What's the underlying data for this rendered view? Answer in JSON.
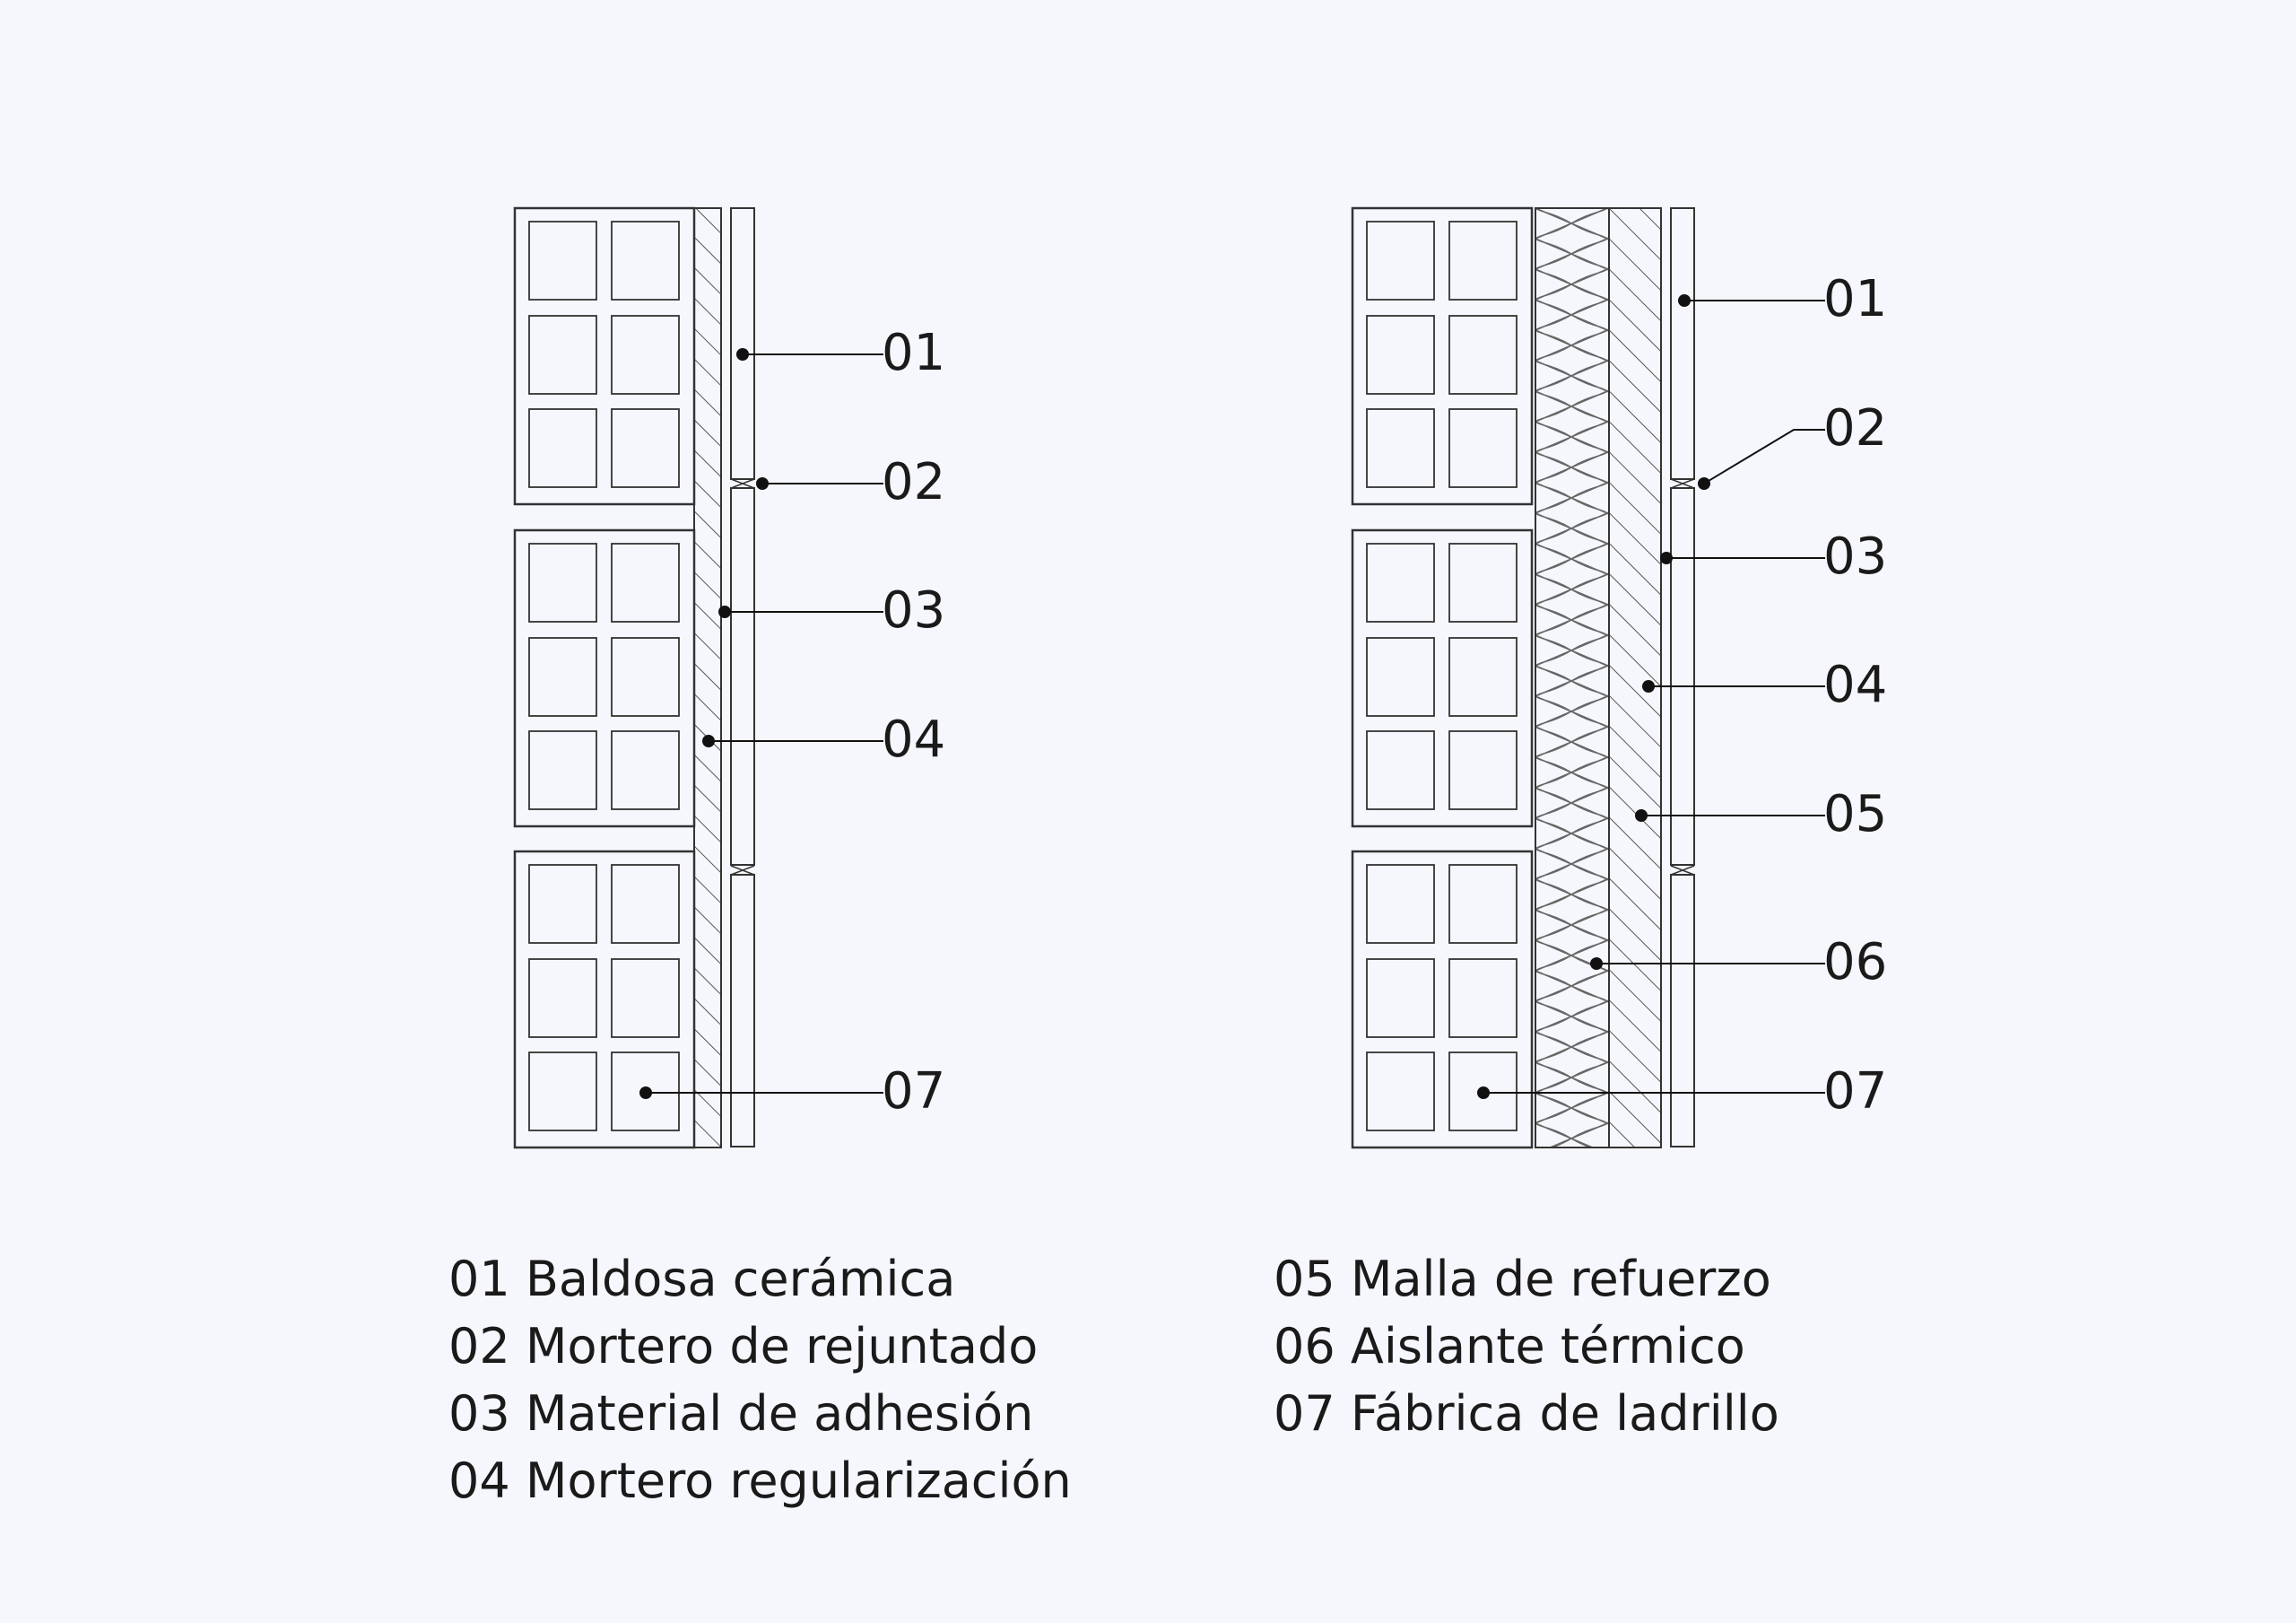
{
  "colors": {
    "background": "#f6f7fc",
    "stroke": "#333333",
    "text": "#1a1a1a"
  },
  "diagrams": [
    {
      "id": "without-insulation",
      "callouts": [
        "01",
        "02",
        "03",
        "04",
        "07"
      ]
    },
    {
      "id": "with-insulation",
      "callouts": [
        "01",
        "02",
        "03",
        "04",
        "05",
        "06",
        "07"
      ]
    }
  ],
  "legend": {
    "left": [
      "01 Baldosa cerámica",
      "02 Mortero de rejuntado",
      "03 Material de adhesión",
      "04 Mortero regularización"
    ],
    "right": [
      "05 Malla de refuerzo",
      "06 Aislante térmico",
      "07 Fábrica de ladrillo"
    ]
  }
}
